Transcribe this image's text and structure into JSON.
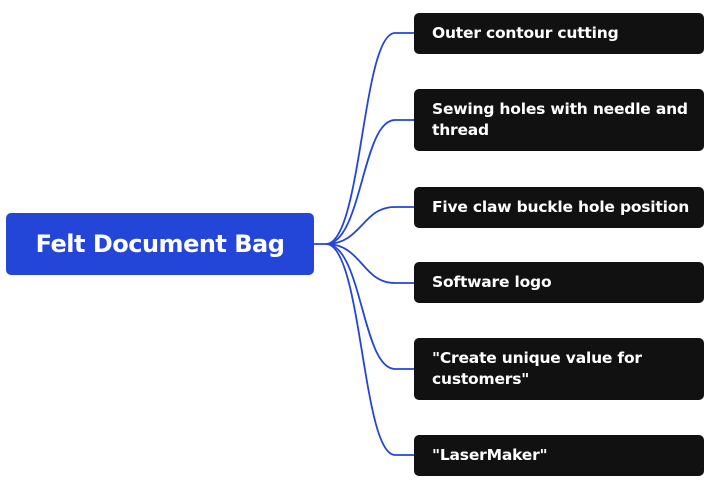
{
  "root": {
    "label": "Felt Document Bag"
  },
  "branches": [
    {
      "label": "Outer contour cutting"
    },
    {
      "label": "Sewing holes with needle and thread"
    },
    {
      "label": "Five claw buckle hole position"
    },
    {
      "label": "Software logo"
    },
    {
      "label": "\"Create unique value for customers\""
    },
    {
      "label": "\"LaserMaker\""
    }
  ],
  "colors": {
    "root_background": "#2446d8",
    "branch_background": "#111111",
    "connector": "#2446d8",
    "text": "#ffffff",
    "page_background": "#ffffff"
  }
}
